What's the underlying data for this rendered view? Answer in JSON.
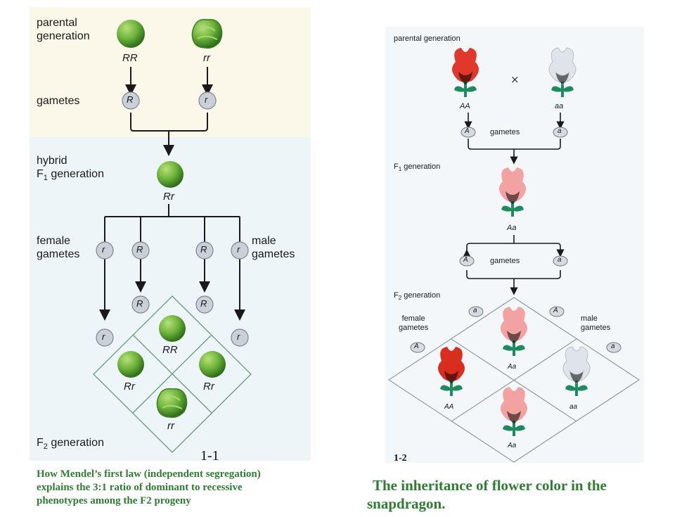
{
  "left": {
    "parental_generation": [
      "parental",
      "generation"
    ],
    "parent_genotypes": [
      "RR",
      "rr"
    ],
    "gametes_label": "gametes",
    "gamete_alleles_parental": [
      "R",
      "r"
    ],
    "hybrid_label": [
      "hybrid",
      "F",
      "1",
      " generation"
    ],
    "f1_genotype": "Rr",
    "female_gametes": [
      "female",
      "gametes"
    ],
    "male_gametes": [
      "male",
      "gametes"
    ],
    "split_alleles": [
      "r",
      "R",
      "R",
      "r"
    ],
    "f2_genotypes": [
      "RR",
      "Rr",
      "Rr",
      "rr"
    ],
    "f2_label": [
      "F",
      "2",
      " generation"
    ],
    "figure_number": "1-1",
    "caption": [
      "How Mendel’s first law (independent segregation)",
      "explains the 3:1 ratio of dominant to recessive",
      "phenotypes among the F2 progeny"
    ]
  },
  "right": {
    "parental_generation": "parental generation",
    "cross_symbol": "×",
    "parent_genotypes": [
      "AA",
      "aa"
    ],
    "gametes_label": "gametes",
    "gamete_alleles_parental": [
      "A",
      "a"
    ],
    "f1_label": [
      "F",
      "1",
      " generation"
    ],
    "f1_genotype": "Aa",
    "f1_gametes": [
      "A",
      "a"
    ],
    "f2_label": [
      "F",
      "2",
      " generation"
    ],
    "female_gametes": [
      "female",
      "gametes"
    ],
    "male_gametes": [
      "male",
      "gametes"
    ],
    "grid_alleles_top": [
      "a",
      "A"
    ],
    "grid_alleles_side": [
      "A",
      "a"
    ],
    "f2_genotypes": [
      "Aa",
      "AA",
      "aa",
      "Aa"
    ],
    "figure_number": "1-2",
    "caption": [
      "The inheritance of flower color in the",
      "snapdragon."
    ]
  },
  "colors": {
    "caption_green": "#2e7d32",
    "pea_green": "#6cb33a",
    "flower_red": "#e0382a",
    "flower_pink": "#f2a2a0",
    "flower_white": "#dfe3ea",
    "stem_green": "#1f8a5e",
    "allele_circle": "#c9d0d8"
  }
}
